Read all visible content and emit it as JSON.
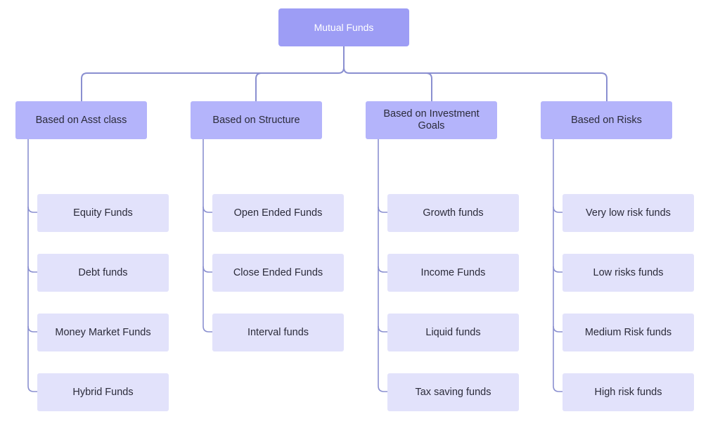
{
  "root": {
    "label": "Mutual Funds"
  },
  "categories": [
    {
      "label": "Based on Asst class",
      "items": [
        "Equity Funds",
        "Debt funds",
        "Money Market Funds",
        "Hybrid Funds"
      ]
    },
    {
      "label": "Based on Structure",
      "items": [
        "Open Ended Funds",
        "Close Ended Funds",
        "Interval funds"
      ]
    },
    {
      "label": "Based on Investment Goals",
      "items": [
        "Growth funds",
        "Income Funds",
        "Liquid funds",
        "Tax saving funds"
      ]
    },
    {
      "label": "Based on Risks",
      "items": [
        "Very low risk funds",
        "Low risks funds",
        "Medium Risk funds",
        "High risk funds"
      ]
    }
  ],
  "colors": {
    "root_fill": "#9d9df5",
    "category_fill": "#b4b4fb",
    "leaf_fill": "#e2e2fb",
    "connector": "#8a8fd0"
  }
}
